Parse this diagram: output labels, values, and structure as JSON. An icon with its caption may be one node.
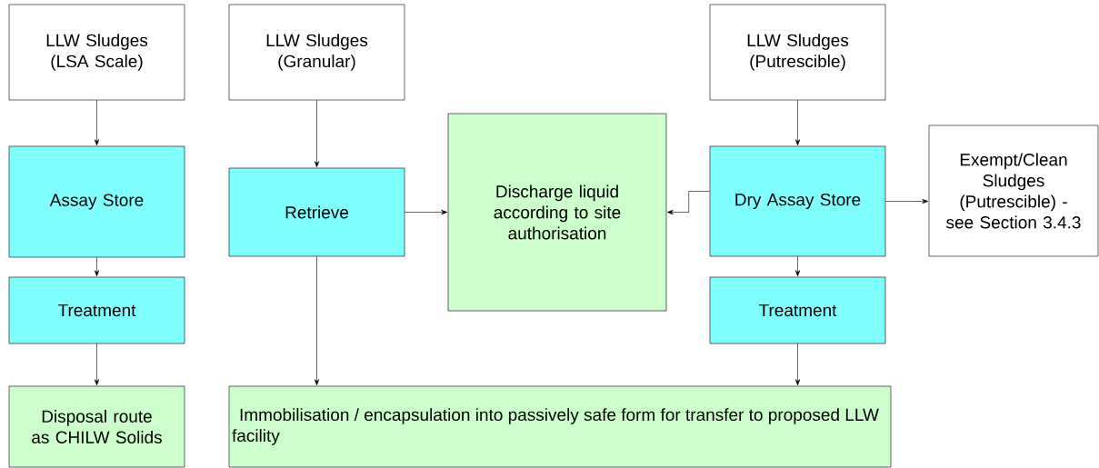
{
  "diagram": {
    "nodes": [
      {
        "text": [
          "LLW Sludges (LSA Scale)"
        ]
      },
      {
        "text": [
          "LLW Sludges (Granular)"
        ]
      },
      {
        "text": [
          "LLW Sludges (Putrescible)"
        ]
      },
      {
        "text": [
          "Assay Store"
        ]
      },
      {
        "text": [
          "Retrieve"
        ]
      },
      {
        "text": [
          "Discharge liquid according to site authorisation"
        ]
      },
      {
        "text": [
          "Dry Assay Store"
        ]
      },
      {
        "text": [
          "Exempt/Clean Sludges (Putrescible) - see Section 3.4.3"
        ]
      },
      {
        "text": [
          "Treatment"
        ]
      },
      {
        "text": [
          "Treatment"
        ]
      },
      {
        "text": [
          "Disposal route as CHILW Solids"
        ]
      },
      {
        "text": [
          "Immobilisation / encapsulation into passively safe form for transfer to proposed LLW facility"
        ]
      }
    ],
    "edges": [
      {
        "from": 0,
        "to": 3,
        "arrow": "to"
      },
      {
        "from": 3,
        "to": 8,
        "arrow": "to"
      },
      {
        "from": 8,
        "to": 10,
        "arrow": "to"
      },
      {
        "from": 1,
        "to": 4,
        "arrow": "to"
      },
      {
        "from": 4,
        "to": 5,
        "arrow": "to"
      },
      {
        "from": 4,
        "to": 11,
        "arrow": "to"
      },
      {
        "from": 2,
        "to": 6,
        "arrow": "to"
      },
      {
        "from": 6,
        "to": 5,
        "arrow": "to"
      },
      {
        "from": 6,
        "to": 7,
        "arrow": "to"
      },
      {
        "from": 6,
        "to": 9,
        "arrow": "to"
      },
      {
        "from": 9,
        "to": 11,
        "arrow": "to"
      }
    ]
  }
}
